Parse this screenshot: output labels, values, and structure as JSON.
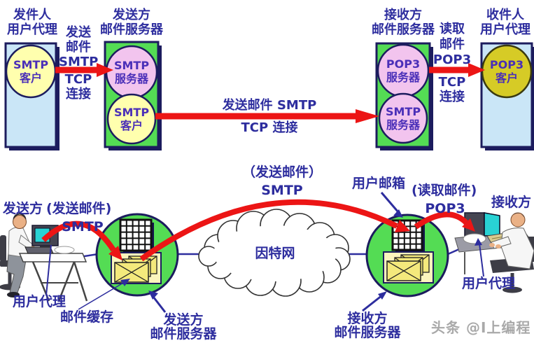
{
  "colors": {
    "arrow_red": "#ec1515",
    "text_navy": "#2d2d9e",
    "circle_text_violet": "#4a2fb8",
    "server_box_green": "#54dc54",
    "agent_box_blue": "#cae6f7",
    "client_circle_yellow": "#ffffae",
    "server_circle_pink": "#f2c4ee",
    "pop3_client_olive": "#d6cb26"
  },
  "top": {
    "sender_title": [
      "发件人",
      "用户代理"
    ],
    "send_note": [
      "发送",
      "邮件",
      "SMTP"
    ],
    "tcp_note": [
      "TCP",
      "连接"
    ],
    "send_server_title": [
      "发送方",
      "邮件服务器"
    ],
    "smtp_client_a": [
      "SMTP",
      "客户"
    ],
    "smtp_server_a": [
      "SMTP",
      "服务器"
    ],
    "smtp_client_b": [
      "SMTP",
      "客户"
    ],
    "main_arrow_label1": "发送邮件 SMTP",
    "main_arrow_label2": "TCP 连接",
    "recv_server_title": [
      "接收方",
      "邮件服务器"
    ],
    "pop3_server": [
      "POP3",
      "服务器"
    ],
    "smtp_server_b": [
      "SMTP",
      "服务器"
    ],
    "read_note": [
      "读取",
      "邮件",
      "POP3"
    ],
    "tcp_note2": [
      "TCP",
      "连接"
    ],
    "recipient_title": [
      "收件人",
      "用户代理"
    ],
    "pop3_client": [
      "POP3",
      "客户"
    ]
  },
  "bottom": {
    "sender": "发送方",
    "send_mail_paren": "(发送邮件)",
    "smtp_left": "SMTP",
    "send_mail_paren_mid": "（发送邮件）",
    "smtp_mid": "SMTP",
    "user_mailbox": "用户邮箱",
    "read_mail_paren": "(读取邮件)",
    "pop3_mid": "POP3",
    "receiver": "接收方",
    "internet": "因特网",
    "user_agent_left": "用户代理",
    "mail_cache": "邮件缓存",
    "send_server_label": [
      "发送方",
      "邮件服务器"
    ],
    "recv_server_label": [
      "接收方",
      "邮件服务器"
    ],
    "user_agent_right": "用户代理",
    "watermark": "头条 @I上编程"
  }
}
